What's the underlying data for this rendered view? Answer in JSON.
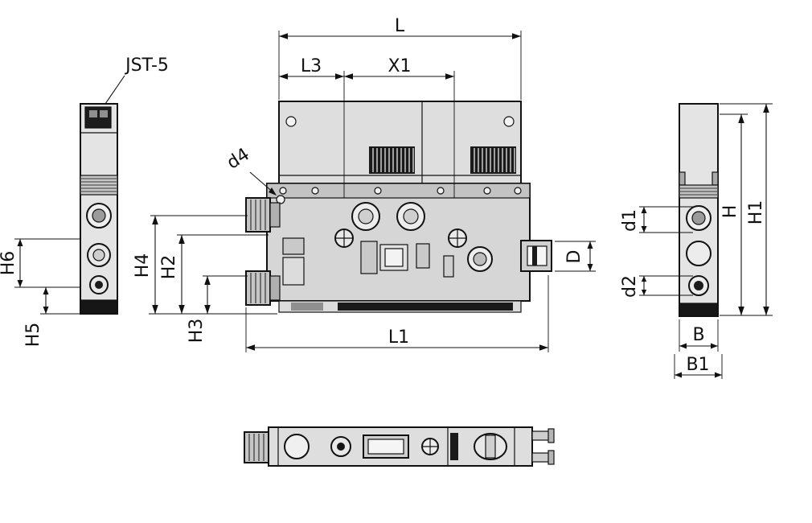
{
  "colors": {
    "line": "#111111",
    "fill_light": "#e4e4e4",
    "fill_mid": "#cccccc",
    "fill_dark": "#8f8f8f",
    "fill_black": "#161616",
    "background": "#ffffff"
  },
  "labels": {
    "JST": "JST-5",
    "L": "L",
    "L3": "L3",
    "X1": "X1",
    "L1": "L1",
    "H4": "H4",
    "H2": "H2",
    "H3": "H3",
    "H5": "H5",
    "H6": "H6",
    "H": "H",
    "H1": "H1",
    "B": "B",
    "B1": "B1",
    "D": "D",
    "d1": "d1",
    "d2": "d2",
    "d4": "d4"
  }
}
